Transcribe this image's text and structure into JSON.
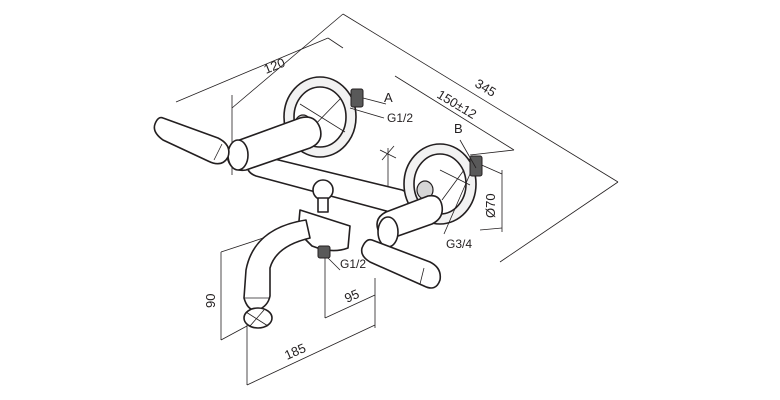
{
  "dimensions": {
    "overall_width": "345",
    "handle_reach": "120",
    "centers": "150±12",
    "rosette_diameter": "Ø70",
    "spout_height": "90",
    "spout_reach": "185",
    "outlet_offset": "95"
  },
  "callouts": {
    "a_letter": "A",
    "a_thread": "G1/2",
    "b_letter": "B",
    "b_thread": "G3/4",
    "outlet_thread": "G1/2"
  }
}
